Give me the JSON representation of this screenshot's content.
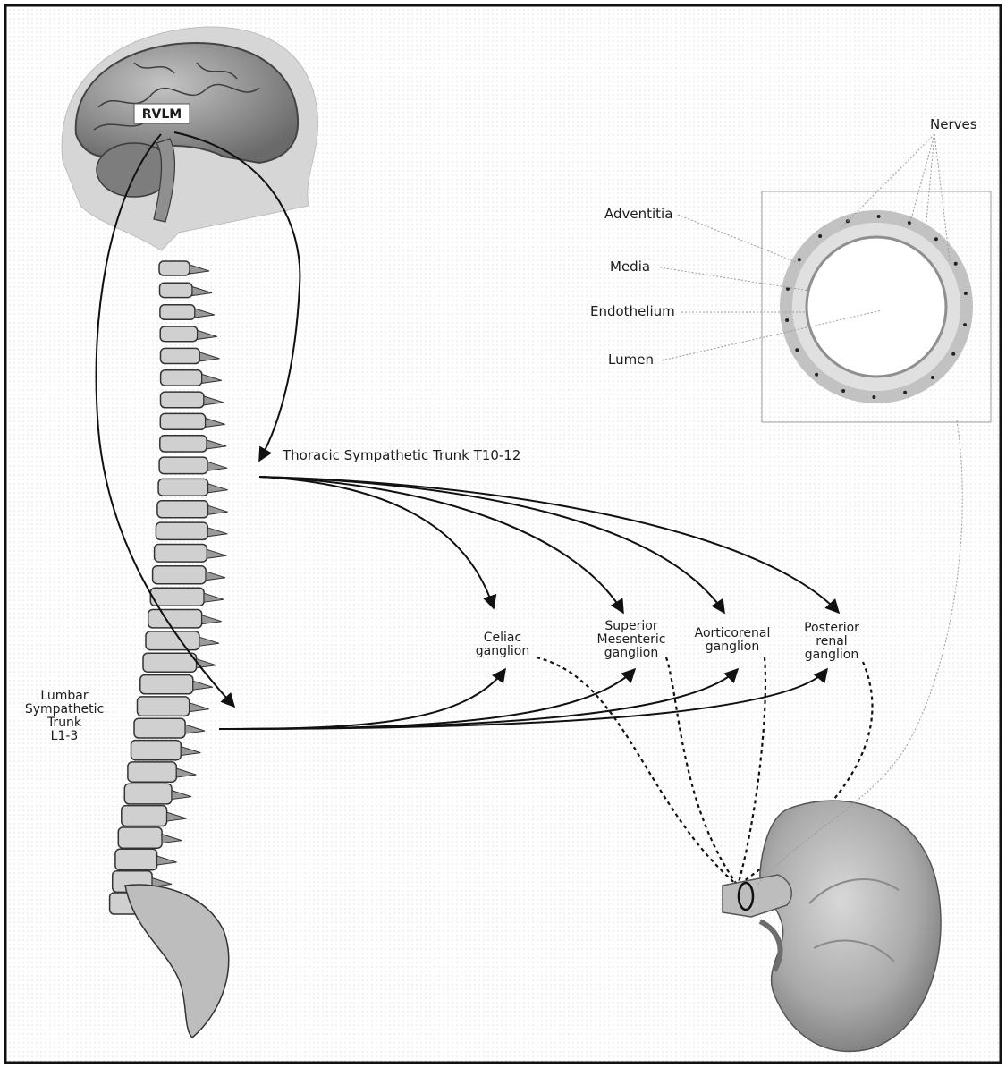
{
  "labels": {
    "rvlm": "RVLM",
    "nerves": "Nerves",
    "adventitia": "Adventitia",
    "media": "Media",
    "endothelium": "Endothelium",
    "lumen": "Lumen",
    "thoracic": "Thoracic Sympathetic Trunk T10-12",
    "lumbar": [
      "Lumbar",
      "Sympathetic",
      "Trunk",
      "L1-3"
    ],
    "celiac": [
      "Celiac",
      "ganglion"
    ],
    "superior": [
      "Superior",
      "Mesenteric",
      "ganglion"
    ],
    "aorticorenal": [
      "Aorticorenal",
      "ganglion"
    ],
    "posterior": [
      "Posterior",
      "renal",
      "ganglion"
    ]
  },
  "anatomy": [
    "brain",
    "spinal column",
    "renal artery cross-section",
    "kidney"
  ]
}
